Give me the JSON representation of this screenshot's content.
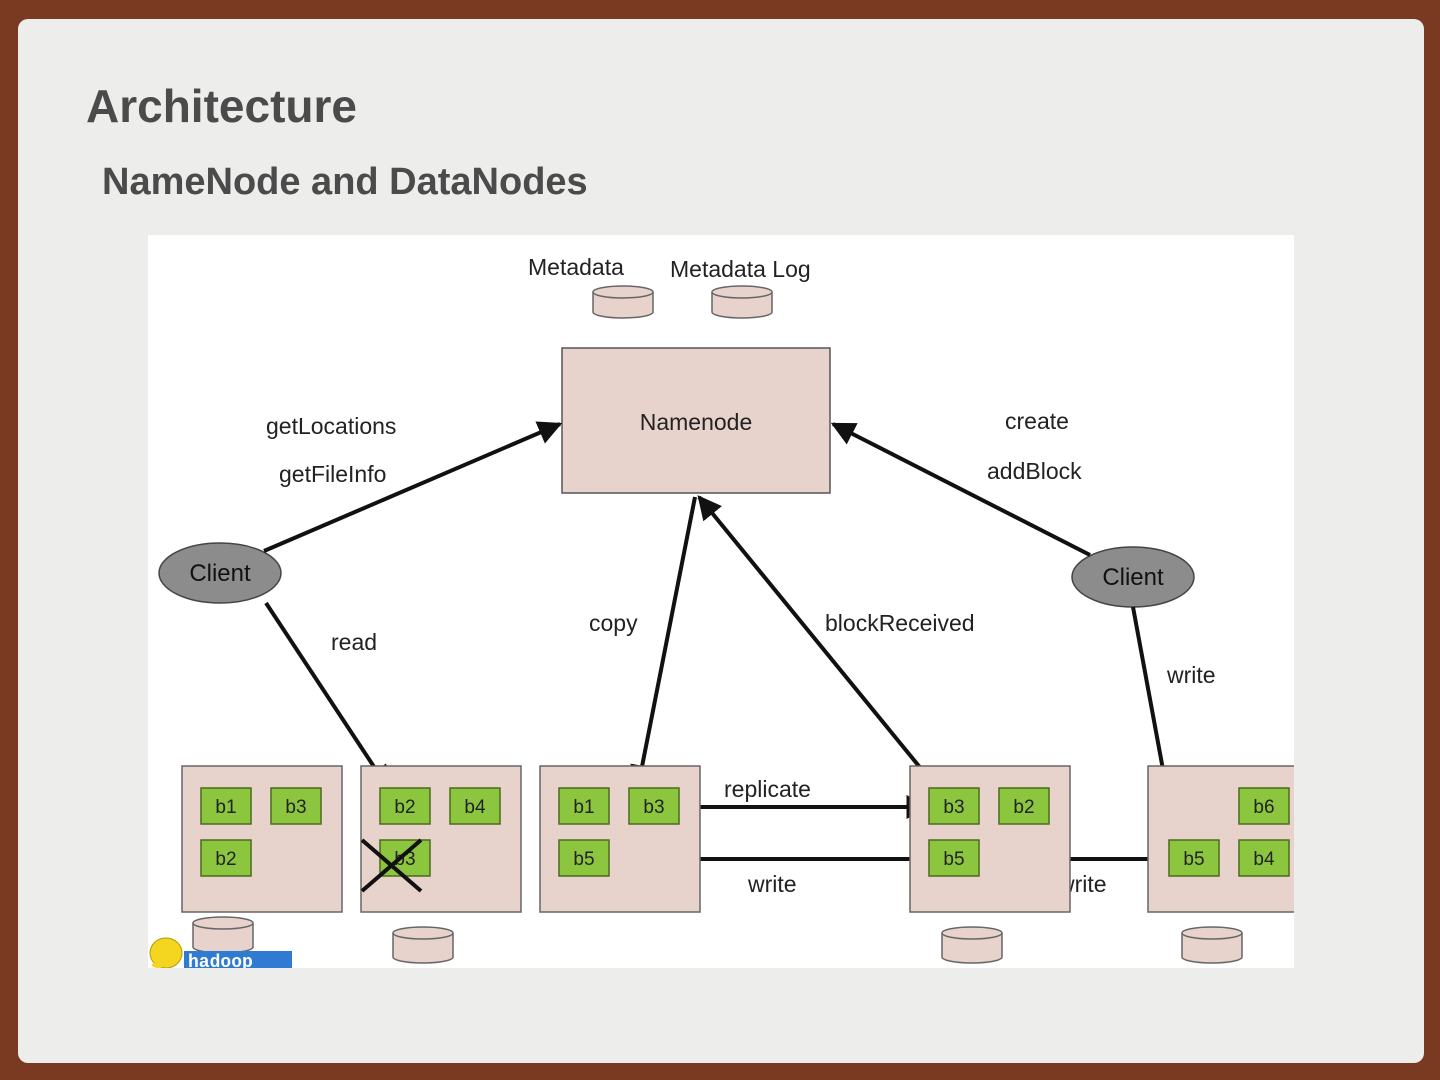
{
  "slide": {
    "title": "Architecture",
    "subtitle": "NameNode and DataNodes"
  },
  "diagram": {
    "metadata_labels": [
      "Metadata",
      "Metadata Log"
    ],
    "namenode_label": "Namenode",
    "client_label": "Client",
    "edge_labels": {
      "get_locations": "getLocations",
      "get_file_info": "getFileInfo",
      "create": "create",
      "add_block": "addBlock",
      "read": "read",
      "copy": "copy",
      "block_received": "blockReceived",
      "write_client": "write",
      "replicate": "replicate",
      "write_pipeline_1": "write",
      "write_pipeline_2": "write"
    },
    "datanodes": [
      {
        "blocks": [
          "b1",
          "b3",
          "b2"
        ]
      },
      {
        "blocks": [
          "b2",
          "b4",
          "b3"
        ],
        "deleted_block": "b3"
      },
      {
        "blocks": [
          "b1",
          "b3",
          "b5"
        ]
      },
      {
        "blocks": [
          "b3",
          "b2",
          "b5"
        ]
      },
      {
        "blocks": [
          "b6",
          "b5",
          "b4"
        ]
      }
    ],
    "logo_text": "hadoop"
  },
  "colors": {
    "background": "#7a3a22",
    "slide": "#ededeb",
    "text": "#4b4b4b",
    "node_fill": "#e8d3cc",
    "block_fill": "#8cc63f",
    "client_fill": "#8c8c8c"
  }
}
